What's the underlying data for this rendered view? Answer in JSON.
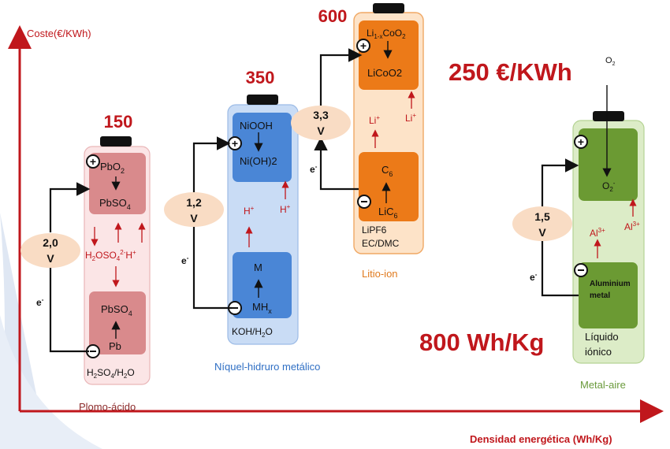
{
  "axes": {
    "y_label": "Coste(€/KWh)",
    "x_label": "Densidad energética (Wh/Kg)",
    "color": "#c0171c"
  },
  "highlights": {
    "cost": "250 €/KWh",
    "density": "800 Wh/Kg"
  },
  "labels": {
    "o2": "O",
    "o2_sub": "2",
    "e": "e",
    "e_sup": "-"
  },
  "batteries": {
    "plomo": {
      "cost": "150",
      "voltage": [
        "2,0",
        "V"
      ],
      "top": [
        "PbO",
        "2"
      ],
      "top2": [
        "PbSO",
        "4"
      ],
      "mid": [
        "H",
        "2",
        "OSO",
        "4",
        "2-",
        "H",
        "+"
      ],
      "bottom": [
        "PbSO",
        "4"
      ],
      "bottom2": "Pb",
      "electrolyte": [
        "H",
        "2",
        "SO",
        "4",
        "/H",
        "2",
        "O"
      ],
      "name": "Plomo-ácido",
      "name_color": "#8c2a2a",
      "body_color": "#fbe5e6",
      "electrode_color": "#d98a8c"
    },
    "niquel": {
      "cost": "350",
      "voltage": [
        "1,2",
        "V"
      ],
      "top": "NiOOH",
      "top2": "Ni(OH)2",
      "ion": [
        "H",
        "+"
      ],
      "bottom": "M",
      "bottom2": [
        "MH",
        "x"
      ],
      "electrolyte": [
        "KOH/H",
        "2",
        "O"
      ],
      "name": "Níquel-hidruro metálico",
      "name_color": "#2f6fc4",
      "body_color": "#c9dcf5",
      "electrode_color": "#4a86d6"
    },
    "litio": {
      "cost": "600",
      "voltage": [
        "3,3",
        "V"
      ],
      "top": [
        "Li",
        "1-x",
        "CoO",
        "2"
      ],
      "top2": "LiCoO2",
      "ion": [
        "Li",
        "+"
      ],
      "bottom": [
        "C",
        "6"
      ],
      "bottom2": [
        "LiC",
        "6"
      ],
      "electrolyte": [
        "LiPF6",
        "EC/DMC"
      ],
      "name": "Litio-ion",
      "name_color": "#e07a1e",
      "body_color": "#fde3c8",
      "electrode_color": "#ec7a18"
    },
    "metal_aire": {
      "voltage": [
        "1,5",
        "V"
      ],
      "top": [
        "O",
        "2",
        "-"
      ],
      "ion": [
        "Al",
        "3+"
      ],
      "bottom": [
        "Aluminium",
        "metal"
      ],
      "electrolyte": [
        "Líquido",
        "iónico"
      ],
      "name": "Metal-aire",
      "name_color": "#6a9a3b",
      "body_color": "#dcecc7",
      "electrode_color": "#6b9a33"
    }
  }
}
